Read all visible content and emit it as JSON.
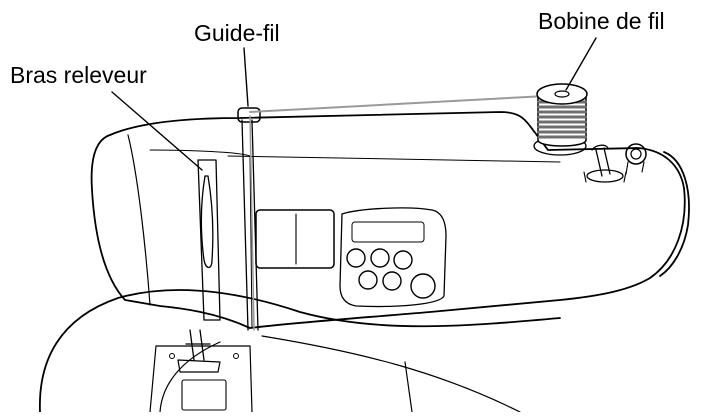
{
  "labels": {
    "thread_guide": "Guide-fil",
    "spool": "Bobine de fil",
    "take_up_lever": "Bras releveur"
  },
  "colors": {
    "line": "#000000",
    "thread": "#9a9a9a",
    "spool_winding": "#6e6e6e",
    "background": "#ffffff"
  }
}
